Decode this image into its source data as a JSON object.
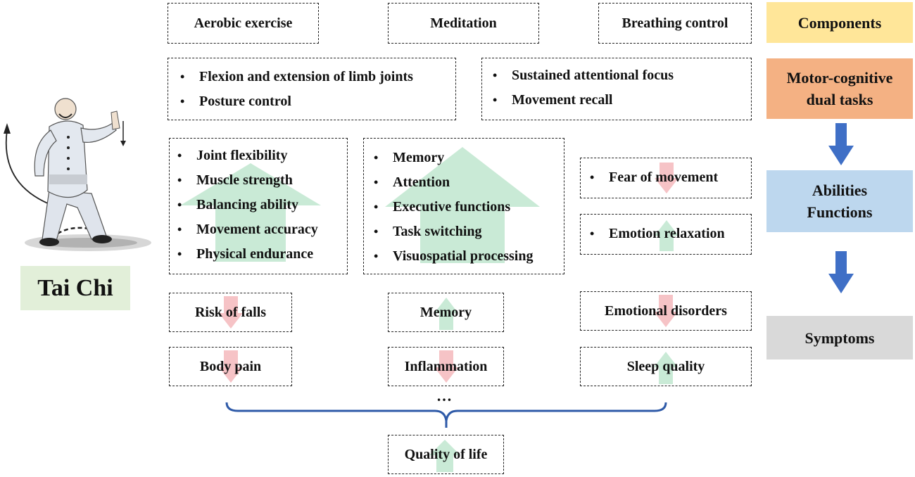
{
  "tai_chi": {
    "label": "Tai Chi"
  },
  "components": [
    "Aerobic exercise",
    "Meditation",
    "Breathing control"
  ],
  "dual_tasks": {
    "motor": [
      "Flexion and extension of limb joints",
      "Posture control"
    ],
    "cognitive": [
      "Sustained attentional focus",
      "Movement recall"
    ]
  },
  "abilities": {
    "physical": [
      "Joint flexibility",
      "Muscle strength",
      "Balancing ability",
      "Movement accuracy",
      "Physical endurance"
    ],
    "cognitive": [
      "Memory",
      "Attention",
      "Executive functions",
      "Task switching",
      "Visuospatial processing"
    ],
    "emotional": [
      {
        "label": "Fear of movement",
        "direction": "down"
      },
      {
        "label": "Emotion relaxation",
        "direction": "up"
      }
    ]
  },
  "symptoms": [
    {
      "label": "Risk of falls",
      "direction": "down"
    },
    {
      "label": "Memory",
      "direction": "up"
    },
    {
      "label": "Emotional disorders",
      "direction": "down"
    },
    {
      "label": "Body pain",
      "direction": "down"
    },
    {
      "label": "Inflammation",
      "direction": "down"
    },
    {
      "label": "Sleep quality",
      "direction": "up"
    }
  ],
  "ellipsis": "…",
  "outcome": {
    "label": "Quality of life",
    "direction": "up"
  },
  "legend": {
    "components": "Components",
    "dual_tasks_line1": "Motor-cognitive",
    "dual_tasks_line2": "dual tasks",
    "abilities_line1": "Abilities",
    "abilities_line2": "Functions",
    "symptoms": "Symptoms"
  },
  "colors": {
    "components": "#ffe699",
    "dual_tasks": "#f4b183",
    "abilities": "#bdd7ee",
    "symptoms": "#d9d9d9",
    "tai_chi_bg": "#e2efd9",
    "up_arrow": "#c9ead6",
    "down_arrow": "#f6c3c6",
    "flow_arrow": "#3f6fc6",
    "brace": "#2e5aa8"
  },
  "bullet": "•"
}
